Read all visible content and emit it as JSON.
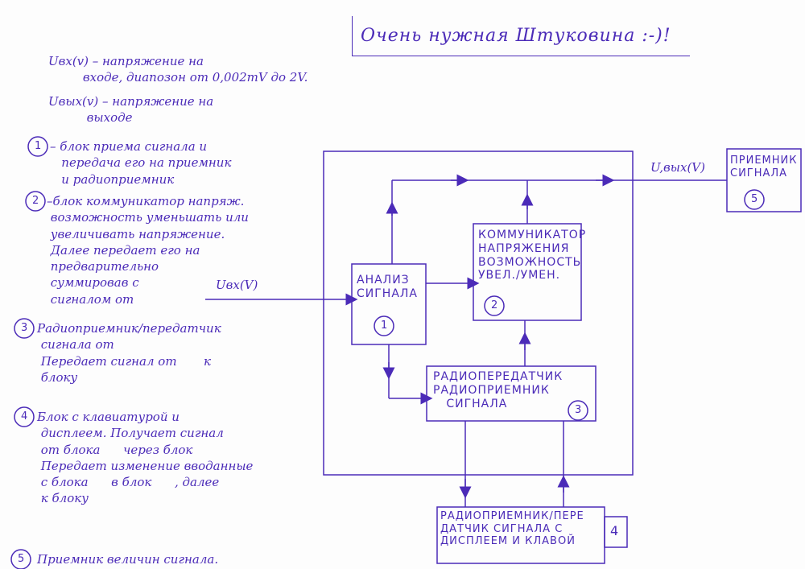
{
  "title": "Очень нужная Штуковина :-)!",
  "definitions": {
    "uin": "Uвх(v) – напряжение на\n         входе, диапозон от 0,002mV до 2V.",
    "uout": "Uвых(v) – напряжение на\n          выходе"
  },
  "notes": {
    "n1": "– блок приема сигнала и\n   передача его на приемник\n   и радиоприемник",
    "n2": "–блок коммуникатор напряж.\n возможность уменьшать или\n увеличивать напряжение.\n Далее передает его на\n предварительно\n суммировав с\n сигналом от",
    "n3": "Радиоприемник/передатчик\n сигнала от\n Передает сигнал от       к\n блоку",
    "n4": "Блок с клавиатурой и\n дисплеем. Получает сигнал\n от блока      через блок\n Передает изменение вводанные\n с блока      в блок      , далее\n к блоку",
    "n5": "Приемник величин сигнала."
  },
  "circled": {
    "one": "1",
    "two": "2",
    "three": "3",
    "four": "4",
    "five": "5"
  },
  "blocks": {
    "b1": "АНАЛИЗ\nСИГНАЛА",
    "b1_num": "1",
    "b2": "КОММУНИКАТОР\nНАПРЯЖЕНИЯ\nВОЗМОЖНОСТЬ\nУВЕЛ./УМЕН.",
    "b2_num": "2",
    "b3": "РАДИОПЕРЕДАТЧИК\nРАДИОПРИЕМНИК\n   СИГНАЛА",
    "b3_num": "3",
    "b4": "РАДИОПРИЕМНИК/ПЕРЕ\nДАТЧИК СИГНАЛА С\nДИСПЛЕЕМ И КЛАВОЙ",
    "b4_num": "4",
    "b5": "ПРИЕМНИК\nСИГНАЛА",
    "b5_num": "5"
  },
  "signals": {
    "input": "Uвх(V)",
    "output": "U,вых(V)"
  }
}
